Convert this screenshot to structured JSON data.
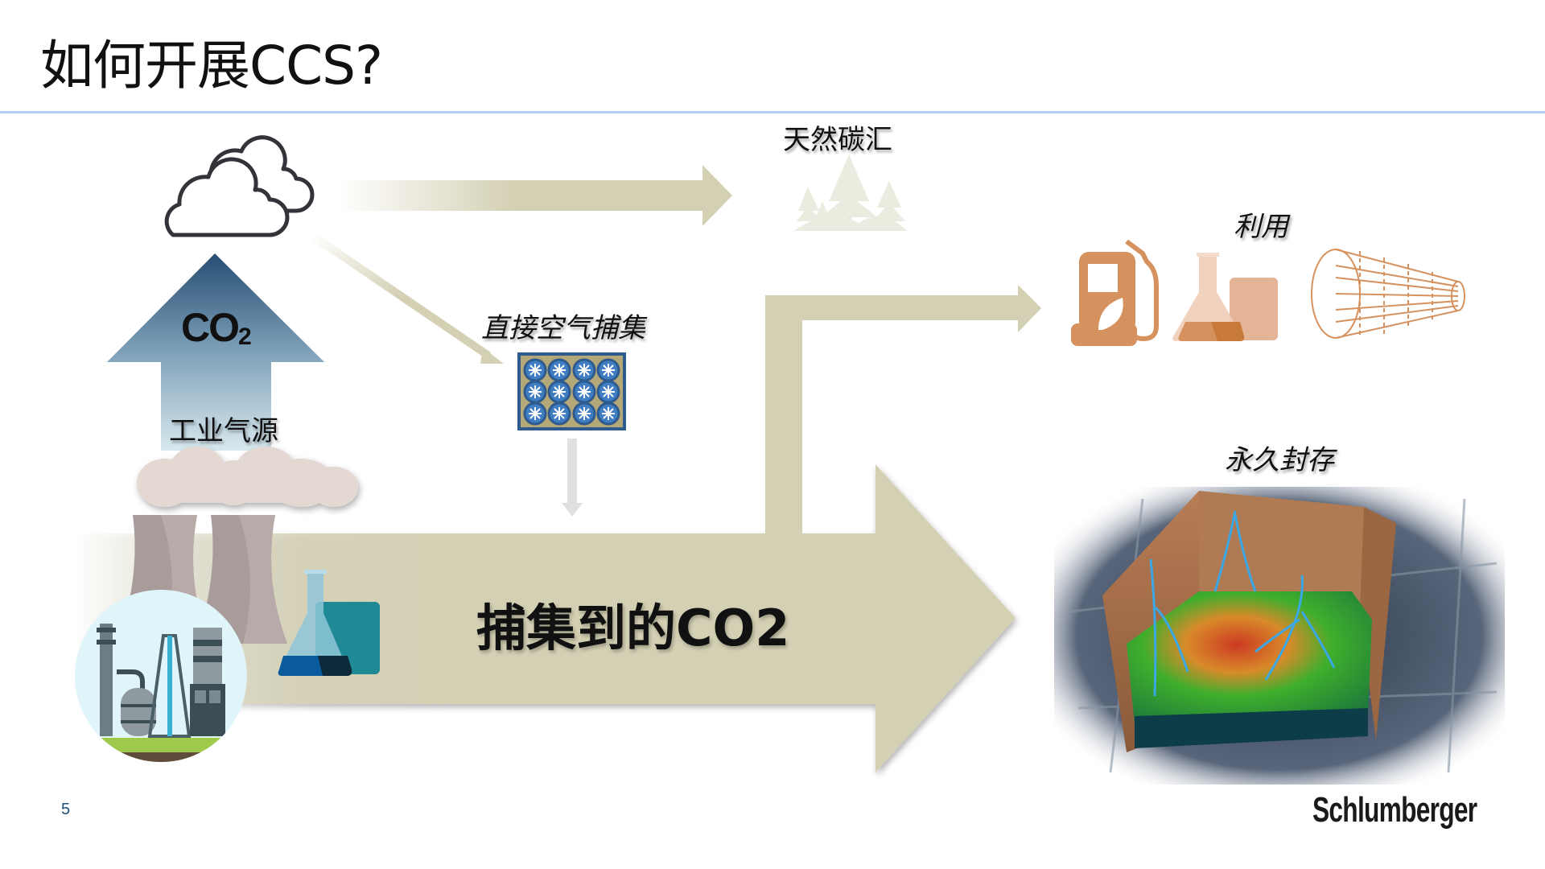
{
  "slide": {
    "title": "如何开展CCS?",
    "page_number": "5",
    "logo": "Schlumberger"
  },
  "labels": {
    "natural_sink": "天然碳汇",
    "utilization": "利用",
    "direct_air_capture": "直接空气捕集",
    "co2_base": "CO",
    "co2_sub": "2",
    "industrial_source": "工业气源",
    "captured_co2": "捕集到的CO2",
    "permanent_storage": "永久封存"
  },
  "icons": {
    "atmosphere": "cloud-icon",
    "natural_sink": "forest-icon",
    "dac": "dac-fan-panel-icon",
    "industrial": [
      "cooling-tower-icon",
      "refinery-plant-icon",
      "lab-flask-icon"
    ],
    "utilization": [
      "biofuel-pump-icon",
      "chemistry-flask-icon",
      "carbon-nanotube-icon"
    ],
    "storage": "reservoir-model-image"
  },
  "colors": {
    "arrow_khaki": "#d4d0b4",
    "co2_arrow_top": "#264d73",
    "co2_arrow_bottom": "#c9dde6",
    "separator": "#b7d1f2",
    "utilization_orange": "#d6925e",
    "page_number": "#1f4e79"
  }
}
